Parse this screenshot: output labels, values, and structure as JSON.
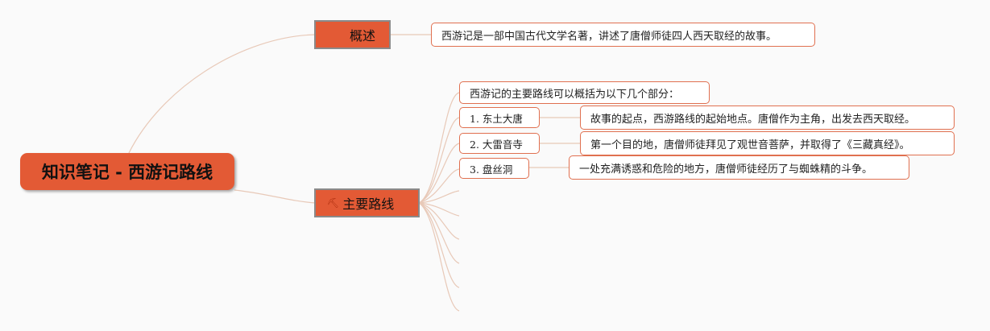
{
  "root": {
    "title": "知识笔记 - 西游记路线"
  },
  "overview": {
    "label": "概述",
    "text": "西游记是一部中国古代文学名著，讲述了唐僧师徒四人西天取经的故事。"
  },
  "route": {
    "label": "主要路线",
    "icon": "pickaxe-icon",
    "intro": "西游记的主要路线可以概括为以下几个部分：",
    "items": [
      {
        "label": "1. 东土大唐",
        "desc": "故事的起点，西游路线的起始地点。唐僧作为主角，出发去西天取经。"
      },
      {
        "label": "2. 大雷音寺",
        "desc": "第一个目的地，唐僧师徒拜见了观世音菩萨，并取得了《三藏真经》。"
      },
      {
        "label": "3. 盘丝洞",
        "desc": "一处充满诱惑和危险的地方，唐僧师徒经历了与蜘蛛精的斗争。"
      }
    ]
  },
  "colors": {
    "accent": "#e35a35",
    "border": "#e07050",
    "link": "#e8c9b8"
  }
}
